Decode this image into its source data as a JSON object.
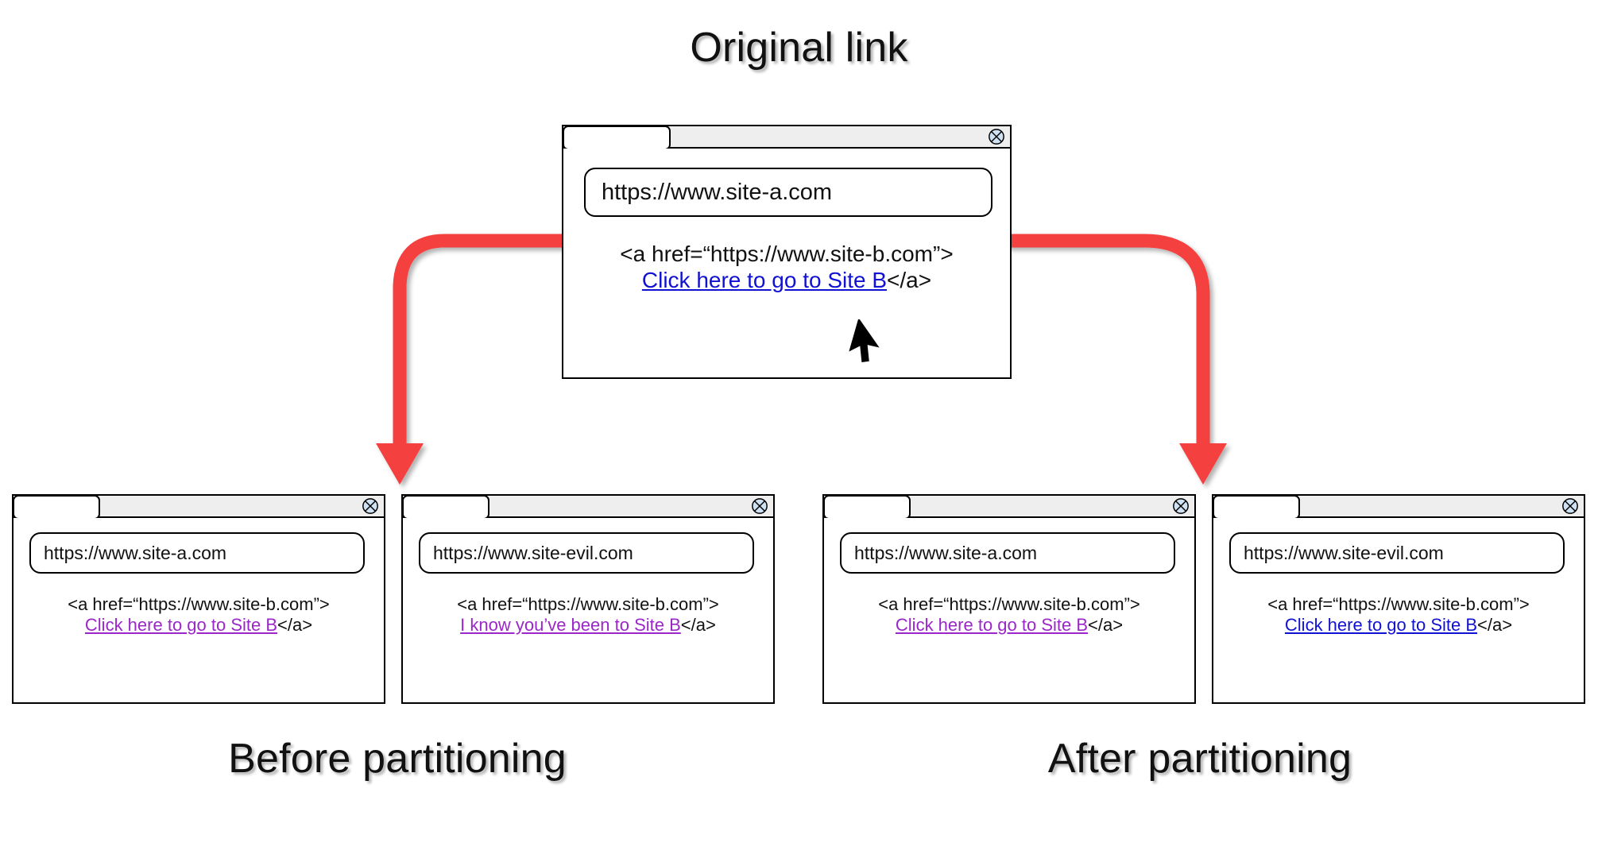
{
  "headings": {
    "original": "Original link",
    "before": "Before partitioning",
    "after": "After partitioning"
  },
  "colors": {
    "link_unvisited": "#1111d4",
    "link_visited": "#9b26c9",
    "arrow": "#f54040",
    "titlebar": "#eeeeee",
    "close_icon_fill": "#cfe2f3",
    "text": "#111111"
  },
  "icons": {
    "close": "close-circle-x-icon",
    "cursor": "mouse-pointer-arrow-icon",
    "arrow_left": "curved-arrow-down-left-icon",
    "arrow_right": "curved-arrow-down-right-icon"
  },
  "windows": {
    "original": {
      "name": "original-link-window",
      "url": "https://www.site-a.com",
      "anchor_open": "<a href=“https://www.site-b.com”>",
      "link_text": "Click here to go to Site B",
      "anchor_close": "</a>",
      "link_state": "unvisited",
      "has_cursor": true
    },
    "before_site_a": {
      "name": "before-partitioning-site-a-window",
      "url": "https://www.site-a.com",
      "anchor_open": "<a href=“https://www.site-b.com”>",
      "link_text": "Click here to go to Site B",
      "anchor_close": "</a>",
      "link_state": "visited"
    },
    "before_site_evil": {
      "name": "before-partitioning-site-evil-window",
      "url": "https://www.site-evil.com",
      "anchor_open": "<a href=“https://www.site-b.com”>",
      "link_text": "I know you’ve been to Site B",
      "anchor_close": "</a>",
      "link_state": "visited"
    },
    "after_site_a": {
      "name": "after-partitioning-site-a-window",
      "url": "https://www.site-a.com",
      "anchor_open": "<a href=“https://www.site-b.com”>",
      "link_text": "Click here to go to Site B",
      "anchor_close": "</a>",
      "link_state": "visited"
    },
    "after_site_evil": {
      "name": "after-partitioning-site-evil-window",
      "url": "https://www.site-evil.com",
      "anchor_open": "<a href=“https://www.site-b.com”>",
      "link_text": "Click here to go to Site B",
      "anchor_close": "</a>",
      "link_state": "unvisited"
    }
  }
}
